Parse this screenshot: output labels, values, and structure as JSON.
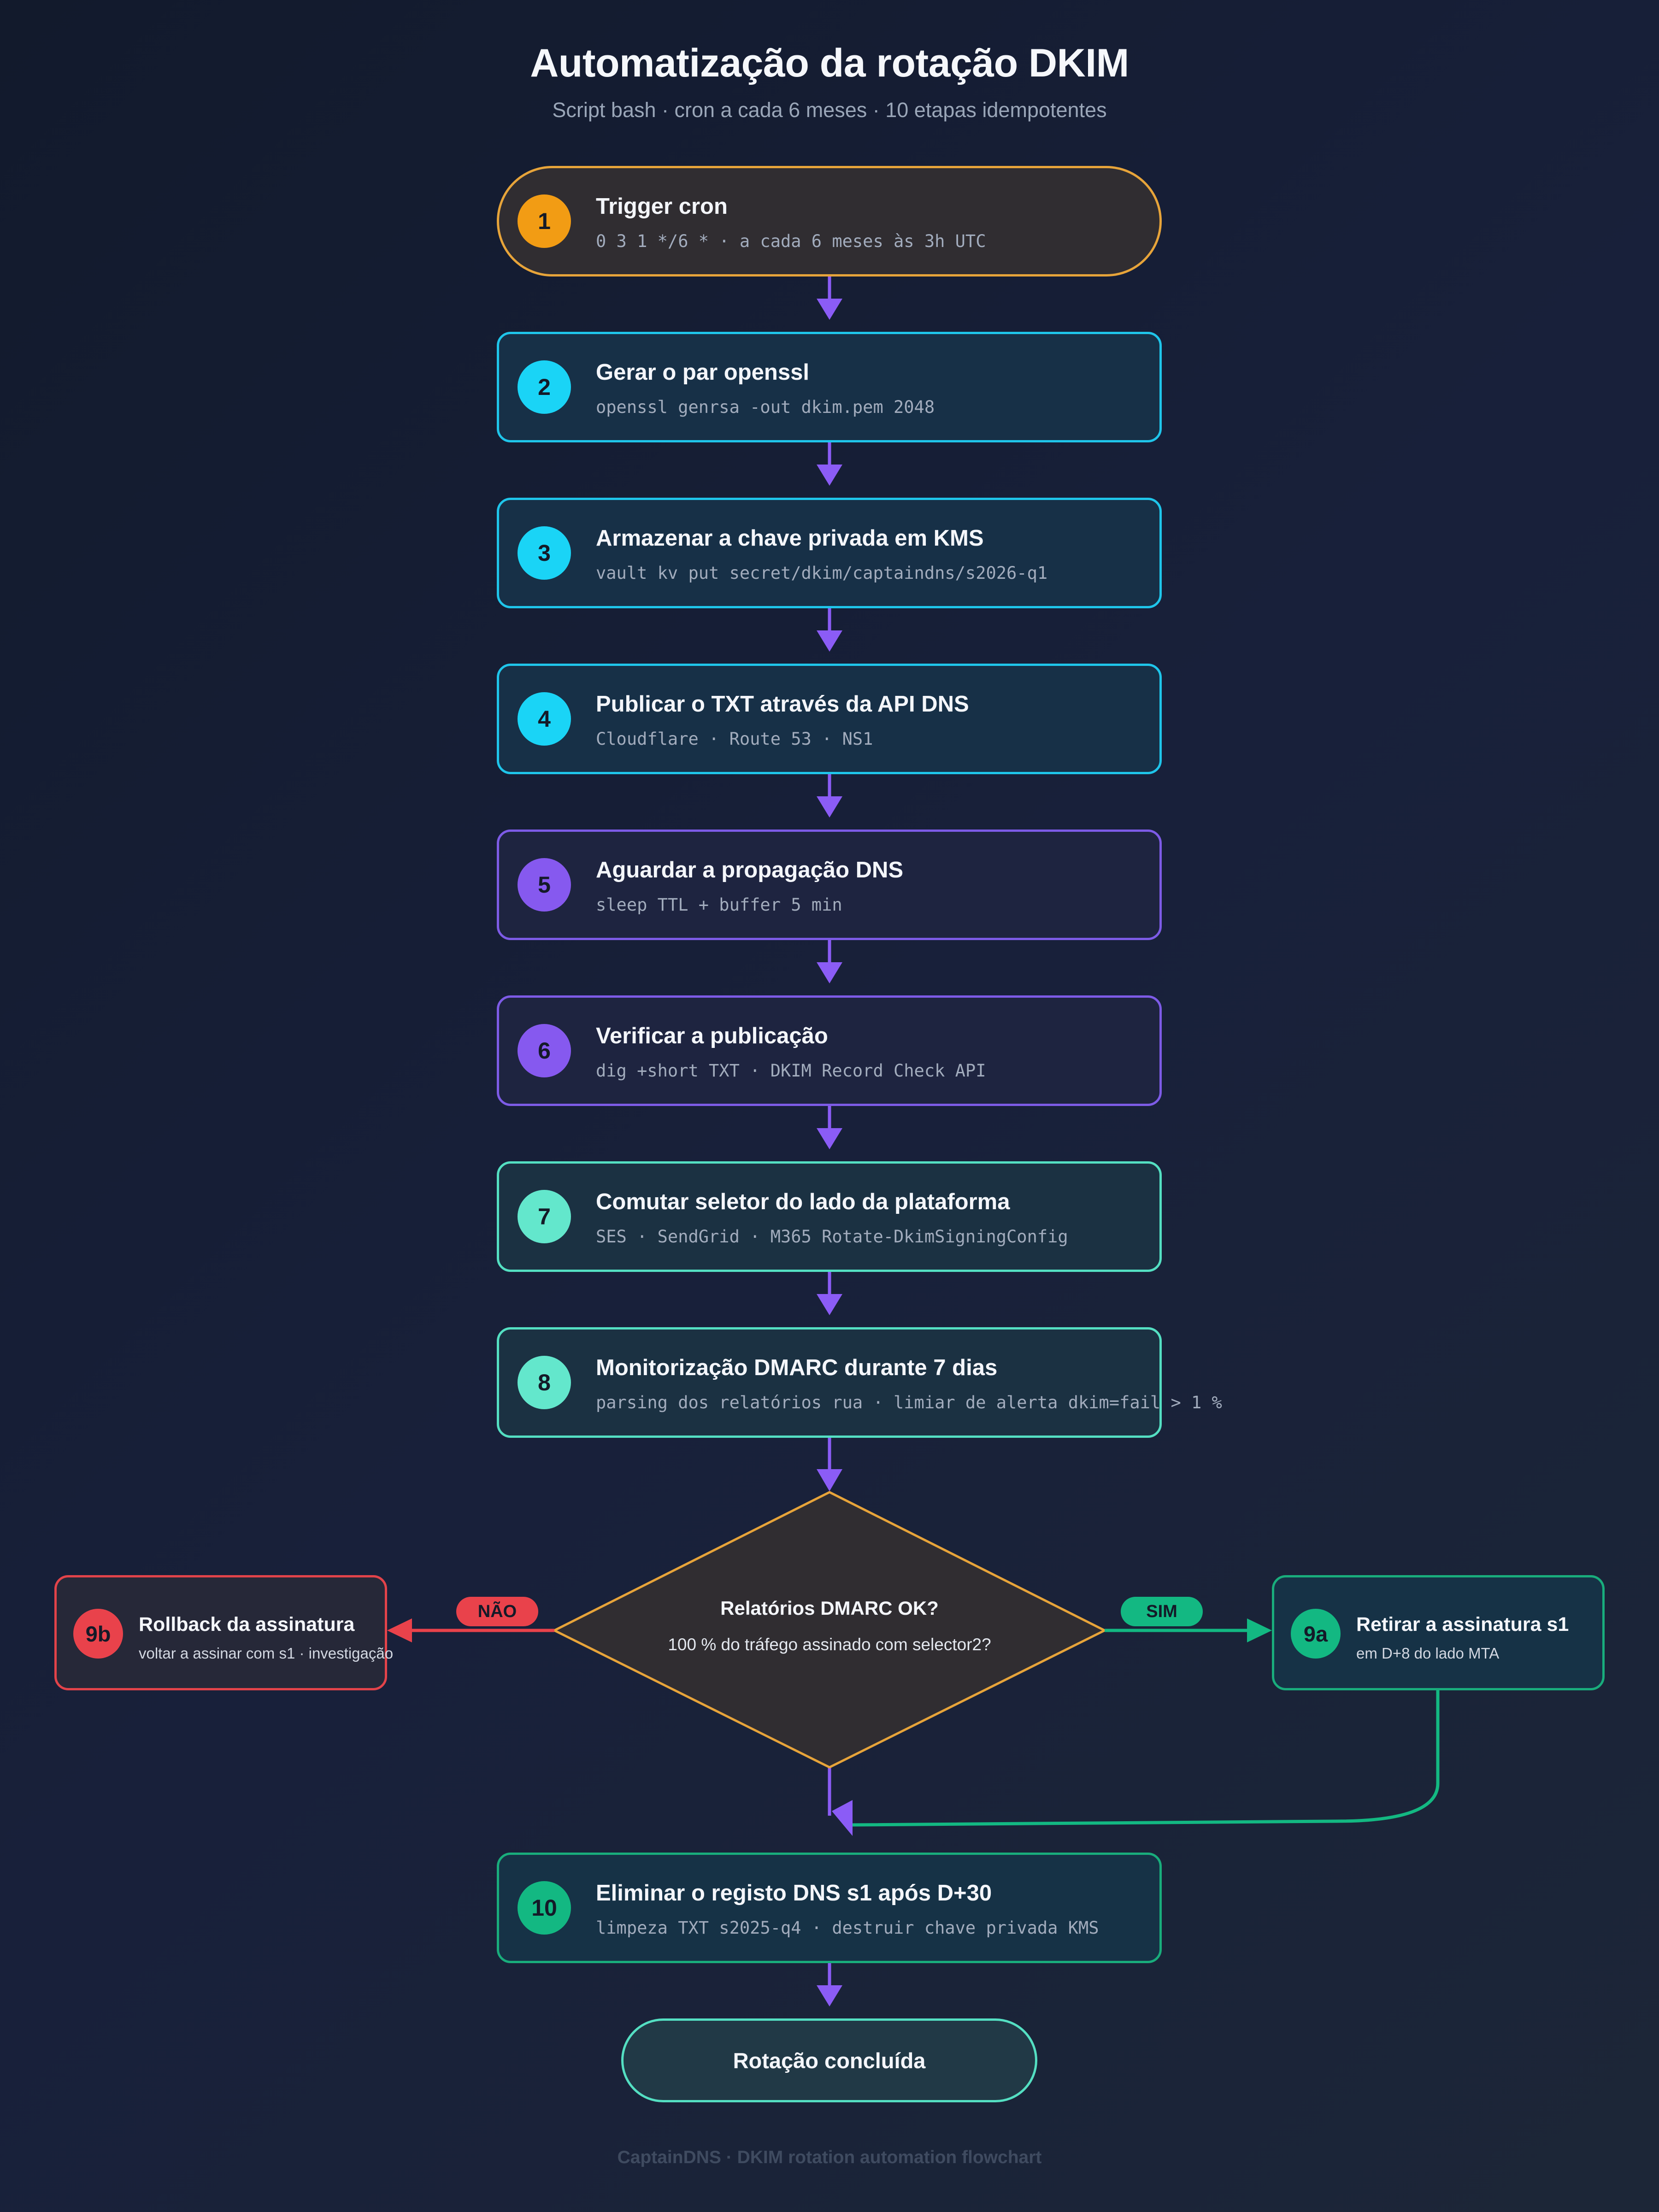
{
  "header": {
    "title": "Automatização da rotação DKIM",
    "subtitle": "Script bash · cron a cada 6 meses · 10 etapas idempotentes"
  },
  "steps": [
    {
      "num": "1",
      "title": "Trigger cron",
      "sub": "0 3 1 */6 * · a cada 6 meses às 3h UTC"
    },
    {
      "num": "2",
      "title": "Gerar o par openssl",
      "sub": "openssl genrsa -out dkim.pem 2048"
    },
    {
      "num": "3",
      "title": "Armazenar a chave privada em KMS",
      "sub": "vault kv put secret/dkim/captaindns/s2026-q1"
    },
    {
      "num": "4",
      "title": "Publicar o TXT através da API DNS",
      "sub": "Cloudflare · Route 53 · NS1"
    },
    {
      "num": "5",
      "title": "Aguardar a propagação DNS",
      "sub": "sleep TTL + buffer 5 min"
    },
    {
      "num": "6",
      "title": "Verificar a publicação",
      "sub": "dig +short TXT · DKIM Record Check API"
    },
    {
      "num": "7",
      "title": "Comutar seletor do lado da plataforma",
      "sub": "SES · SendGrid · M365 Rotate-DkimSigningConfig"
    },
    {
      "num": "8",
      "title": "Monitorização DMARC durante 7 dias",
      "sub": "parsing dos relatórios rua · limiar de alerta dkim=fail > 1 %"
    },
    {
      "num": "10",
      "title": "Eliminar o registo DNS s1 após D+30",
      "sub": "limpeza TXT s2025-q4 · destruir chave privada KMS"
    }
  ],
  "decision": {
    "title": "Relatórios DMARC OK?",
    "sub": "100 % do tráfego assinado com selector2?",
    "yes_label": "SIM",
    "no_label": "NÃO"
  },
  "branch_yes": {
    "num": "9a",
    "title": "Retirar a assinatura s1",
    "sub": "em D+8 do lado MTA"
  },
  "branch_no": {
    "num": "9b",
    "title": "Rollback da assinatura",
    "sub": "voltar a assinar com s1 · investigação"
  },
  "end": {
    "label": "Rotação concluída"
  },
  "footer": "CaptainDNS · DKIM rotation automation flowchart",
  "colors": {
    "arrow": "#8b5cf6",
    "orange": "#f29c14",
    "cyan": "#1ad4f6",
    "purple": "#8659ef",
    "mint": "#63e7cc",
    "green": "#13b882",
    "red": "#e9424b"
  }
}
